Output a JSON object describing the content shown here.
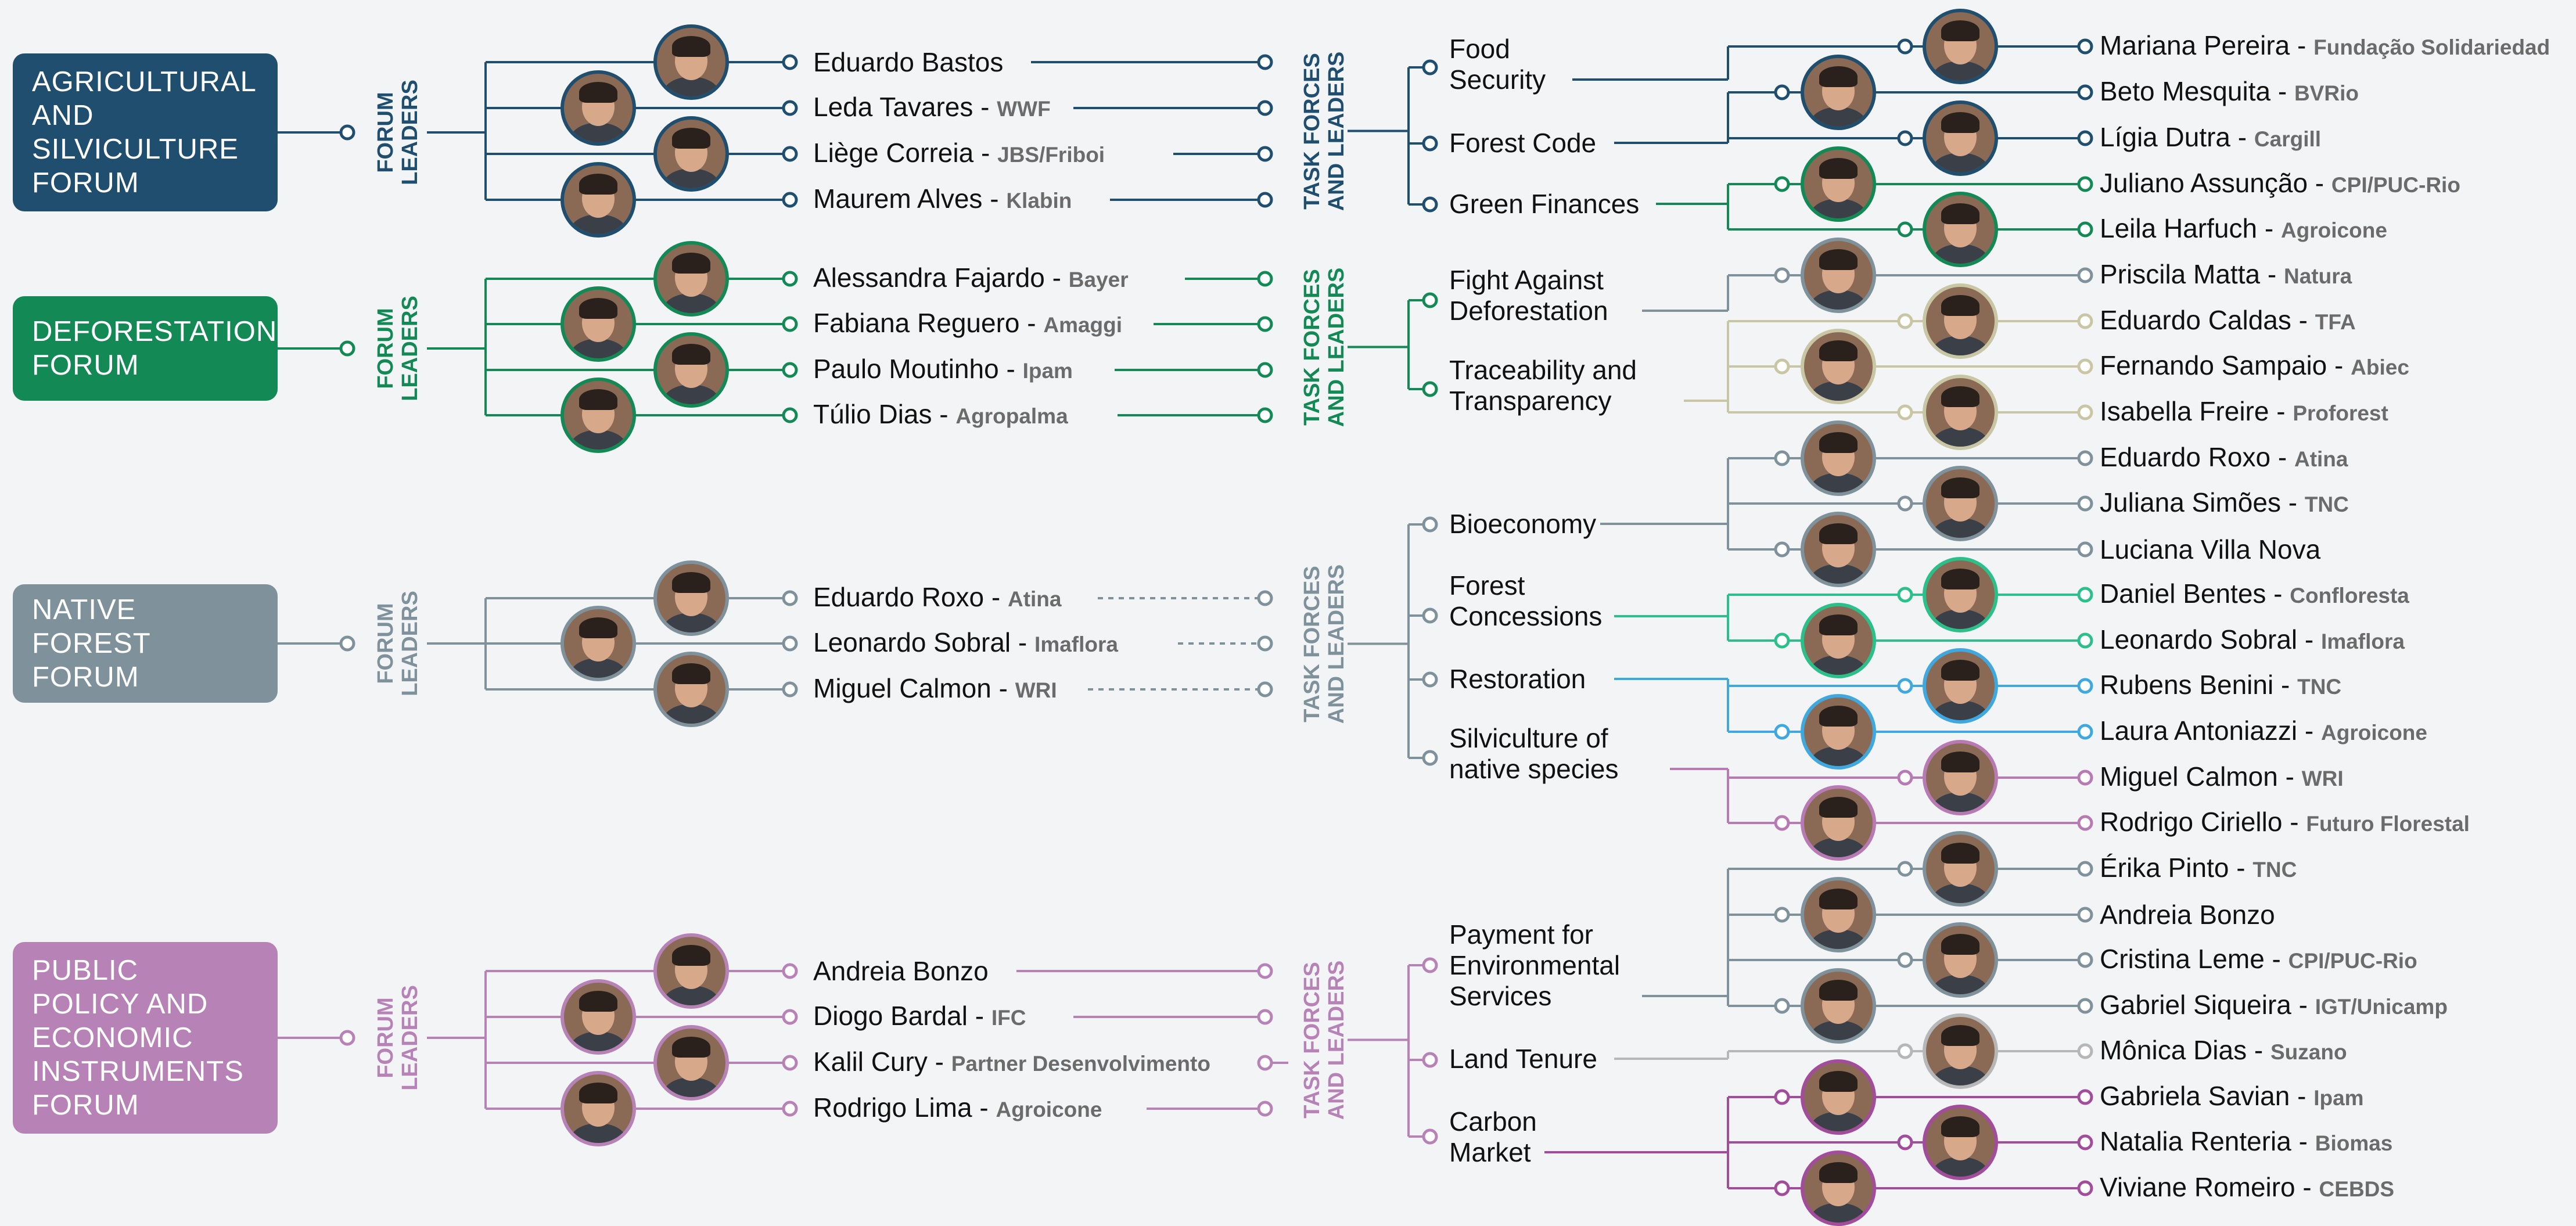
{
  "colors": {
    "agri": "#1f4e6e",
    "defo": "#138a55",
    "native": "#7f929b",
    "public": "#b783b6",
    "defo_light": "#c9c6a5",
    "native_green": "#2bbf8a",
    "native_blue": "#3fa9df",
    "native_purple": "#b77ab3",
    "gray_line": "#b7b7b7",
    "public_dark": "#a24d9b"
  },
  "forum_leaders_label": [
    "FORUM",
    "LEADERS"
  ],
  "task_forces_label": [
    "TASK FORCES",
    "AND LEADERS"
  ],
  "forums": [
    {
      "key": "agri",
      "title": [
        "AGRICULTURAL",
        "AND",
        "SILVICULTURE",
        "FORUM"
      ],
      "leaders": [
        {
          "name": "Eduardo Bastos",
          "org": ""
        },
        {
          "name": "Leda Tavares",
          "org": "WWF"
        },
        {
          "name": "Liège Correia",
          "org": "JBS/Friboi"
        },
        {
          "name": "Maurem Alves",
          "org": "Klabin"
        }
      ],
      "task_forces": [
        {
          "label": [
            "Food",
            "Security"
          ],
          "members": [
            {
              "name": "Mariana Pereira",
              "org": "Fundação Solidariedad"
            }
          ]
        },
        {
          "label": [
            "Forest Code"
          ],
          "members": [
            {
              "name": "Beto Mesquita",
              "org": "BVRio"
            },
            {
              "name": "Lígia Dutra",
              "org": "Cargill"
            }
          ]
        },
        {
          "label": [
            "Green Finances"
          ],
          "members": [
            {
              "name": "Juliano Assunção",
              "org": "CPI/PUC-Rio"
            },
            {
              "name": "Leila Harfuch",
              "org": "Agroicone"
            }
          ]
        }
      ]
    },
    {
      "key": "defo",
      "title": [
        "DEFORESTATION",
        "FORUM"
      ],
      "leaders": [
        {
          "name": "Alessandra Fajardo",
          "org": "Bayer"
        },
        {
          "name": "Fabiana Reguero",
          "org": "Amaggi"
        },
        {
          "name": "Paulo Moutinho",
          "org": "Ipam"
        },
        {
          "name": "Túlio Dias",
          "org": "Agropalma"
        }
      ],
      "task_forces": [
        {
          "label": [
            "Fight Against",
            "Deforestation"
          ],
          "members": [
            {
              "name": "Priscila Matta",
              "org": "Natura"
            }
          ]
        },
        {
          "label": [
            "Traceability and",
            "Transparency"
          ],
          "members": [
            {
              "name": "Eduardo Caldas",
              "org": "TFA"
            },
            {
              "name": "Fernando Sampaio",
              "org": "Abiec"
            },
            {
              "name": "Isabella Freire",
              "org": "Proforest"
            }
          ]
        }
      ]
    },
    {
      "key": "native",
      "title": [
        "NATIVE",
        "FOREST",
        "FORUM"
      ],
      "leaders": [
        {
          "name": "Eduardo Roxo",
          "org": "Atina"
        },
        {
          "name": "Leonardo Sobral",
          "org": "Imaflora"
        },
        {
          "name": "Miguel Calmon",
          "org": "WRI"
        }
      ],
      "task_forces": [
        {
          "label": [
            "Bioeconomy"
          ],
          "members": [
            {
              "name": "Eduardo Roxo",
              "org": "Atina"
            },
            {
              "name": "Juliana Simões",
              "org": "TNC"
            },
            {
              "name": "Luciana Villa Nova",
              "org": ""
            }
          ]
        },
        {
          "label": [
            "Forest",
            "Concessions"
          ],
          "members": [
            {
              "name": "Daniel Bentes",
              "org": "Confloresta"
            },
            {
              "name": "Leonardo Sobral",
              "org": "Imaflora"
            }
          ]
        },
        {
          "label": [
            "Restoration"
          ],
          "members": [
            {
              "name": "Rubens Benini ",
              "org": "TNC"
            },
            {
              "name": "Laura Antoniazzi",
              "org": "Agroicone"
            }
          ]
        },
        {
          "label": [
            "Silviculture of",
            "native species"
          ],
          "members": [
            {
              "name": "Miguel Calmon",
              "org": "WRI"
            },
            {
              "name": "Rodrigo Ciriello",
              "org": "Futuro Florestal"
            }
          ]
        }
      ]
    },
    {
      "key": "public",
      "title": [
        "PUBLIC",
        "POLICY AND",
        "ECONOMIC",
        "INSTRUMENTS",
        "FORUM"
      ],
      "leaders": [
        {
          "name": "Andreia Bonzo",
          "org": ""
        },
        {
          "name": "Diogo Bardal",
          "org": "IFC"
        },
        {
          "name": "Kalil Cury",
          "org": "Partner Desenvolvimento"
        },
        {
          "name": "Rodrigo Lima",
          "org": "Agroicone"
        }
      ],
      "task_forces": [
        {
          "label": [
            "Payment for",
            "Environmental",
            "Services"
          ],
          "members": [
            {
              "name": "Érika Pinto",
              "org": "TNC"
            },
            {
              "name": "Andreia Bonzo",
              "org": ""
            },
            {
              "name": "Cristina Leme",
              "org": "CPI/PUC-Rio"
            },
            {
              "name": "Gabriel Siqueira",
              "org": "IGT/Unicamp"
            }
          ]
        },
        {
          "label": [
            "Land Tenure"
          ],
          "members": [
            {
              "name": "Mônica Dias",
              "org": "Suzano"
            }
          ]
        },
        {
          "label": [
            "Carbon",
            "Market"
          ],
          "members": [
            {
              "name": "Gabriela Savian",
              "org": "Ipam"
            },
            {
              "name": "Natalia Renteria",
              "org": "Biomas"
            },
            {
              "name": "Viviane Romeiro",
              "org": "CEBDS"
            }
          ]
        }
      ]
    }
  ]
}
